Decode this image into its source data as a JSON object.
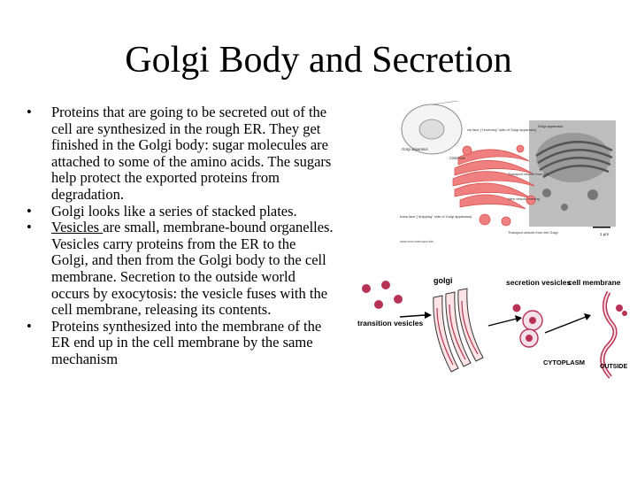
{
  "slide": {
    "title": "Golgi Body and Secretion",
    "bullets": [
      {
        "pre": "",
        "underlined": "",
        "text": "Proteins that are going to be secreted out of the cell are synthesized in the rough ER.  They get finished in the Golgi body: sugar molecules are attached to some of the amino acids.  The sugars help protect the exported proteins from degradation."
      },
      {
        "pre": "",
        "underlined": "",
        "text": "Golgi looks like a series of stacked plates."
      },
      {
        "pre": "",
        "underlined": "Vesicles ",
        "text": "are small, membrane-bound organelles.  Vesicles carry proteins from the ER to the Golgi, and then from the Golgi body to the cell membrane.  Secretion to the outside world occurs by exocytosis: the vesicle fuses with the cell membrane, releasing its contents."
      },
      {
        "pre": "",
        "underlined": "",
        "text": "Proteins synthesized into the membrane of the ER end up in the cell membrane by the same mechanism"
      }
    ],
    "bullet_char": "•"
  },
  "figure_top": {
    "labels": {
      "golgi_apparatus": "Golgi apparatus",
      "cis_face": "cis face (\"receiving\" side of Golgi apparatus)",
      "cisternae": "Cisternae",
      "transport_vesicle_from_er": "Transport vesicle from ER",
      "new_vesicle_forming": "New vesicle forming",
      "trans_face": "trans face (\"shipping\" side of Golgi apparatus)",
      "transport_vesicle_from_golgi": "Transport vesicle from the Golgi",
      "golgi_apparatus_em": "Golgi apparatus",
      "scale": "1 µm",
      "credit": "www.emc.maricopa.edu"
    }
  },
  "figure_bottom": {
    "labels": {
      "golgi": "golgi",
      "secretion_vesicles": "secretion vesicles",
      "cell_membrane": "cell membrane",
      "transition_vesicles": "transition vesicles",
      "cytoplasm": "CYTOPLASM",
      "outside": "OUTSIDE"
    }
  },
  "colors": {
    "golgi_fill": "#f08080",
    "golgi_stroke": "#d9534f",
    "vesicle_red": "#b83258",
    "ink": "#000000"
  }
}
